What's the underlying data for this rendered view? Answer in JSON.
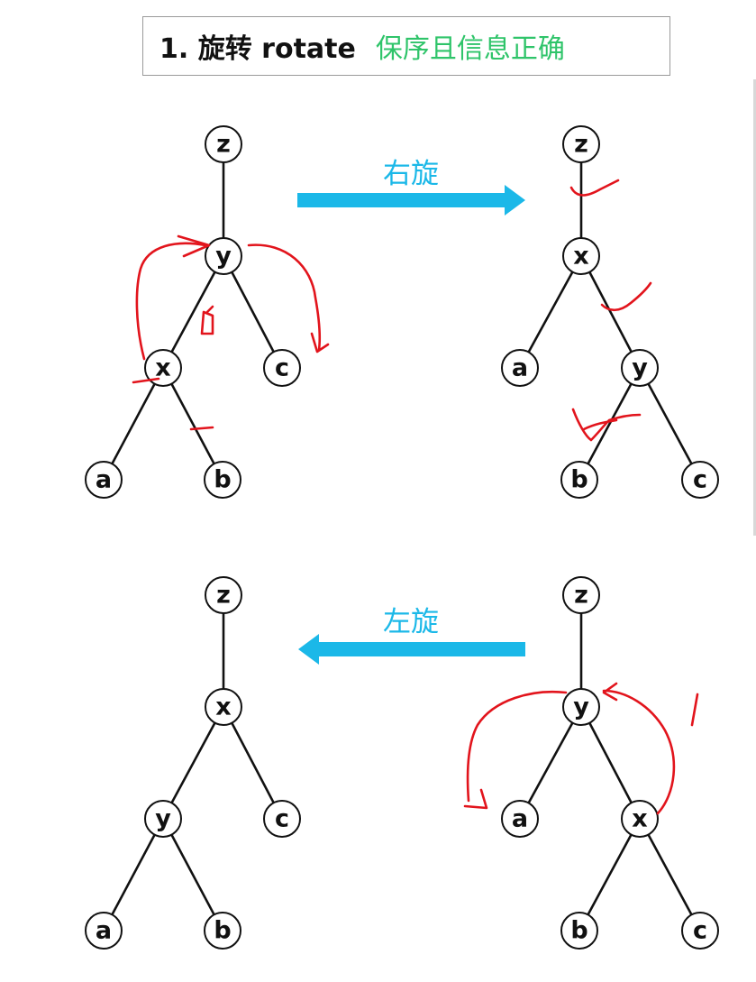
{
  "title": {
    "main": "1. 旋转 rotate",
    "sub": "保序且信息正确"
  },
  "operations": {
    "right": "右旋",
    "left": "左旋"
  },
  "colors": {
    "arrow": "#1bb8e8",
    "subtitle": "#2fc46a",
    "annotation": "#e2141c"
  },
  "trees": [
    {
      "id": "top-left",
      "nodes": [
        "z",
        "y",
        "x",
        "c",
        "a",
        "b"
      ],
      "edges": [
        [
          "z",
          "y"
        ],
        [
          "y",
          "x"
        ],
        [
          "y",
          "c"
        ],
        [
          "x",
          "a"
        ],
        [
          "x",
          "b"
        ]
      ]
    },
    {
      "id": "top-right",
      "nodes": [
        "z",
        "x",
        "a",
        "y",
        "b",
        "c"
      ],
      "edges": [
        [
          "z",
          "x"
        ],
        [
          "x",
          "a"
        ],
        [
          "x",
          "y"
        ],
        [
          "y",
          "b"
        ],
        [
          "y",
          "c"
        ]
      ]
    },
    {
      "id": "bottom-left",
      "nodes": [
        "z",
        "x",
        "y",
        "c",
        "a",
        "b"
      ],
      "edges": [
        [
          "z",
          "x"
        ],
        [
          "x",
          "y"
        ],
        [
          "x",
          "c"
        ],
        [
          "y",
          "a"
        ],
        [
          "y",
          "b"
        ]
      ]
    },
    {
      "id": "bottom-right",
      "nodes": [
        "z",
        "y",
        "a",
        "x",
        "b",
        "c"
      ],
      "edges": [
        [
          "z",
          "y"
        ],
        [
          "y",
          "a"
        ],
        [
          "y",
          "x"
        ],
        [
          "x",
          "b"
        ],
        [
          "x",
          "c"
        ]
      ]
    }
  ]
}
